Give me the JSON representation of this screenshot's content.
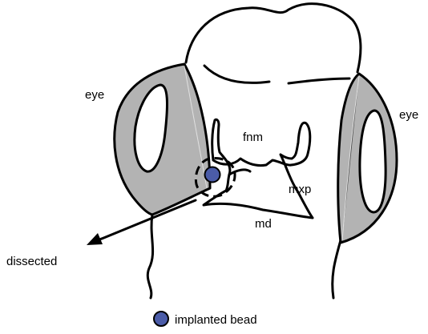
{
  "labels": {
    "eye_left": "eye",
    "eye_right": "eye",
    "fnm": "fnm",
    "mxp": "mxp",
    "md": "md",
    "dissected": "dissected"
  },
  "legend": {
    "label": "implanted bead",
    "bead_color": "#4b5ca8"
  },
  "colors": {
    "eye_fill": "#b3b3b3",
    "line": "#000000",
    "background": "#ffffff"
  }
}
